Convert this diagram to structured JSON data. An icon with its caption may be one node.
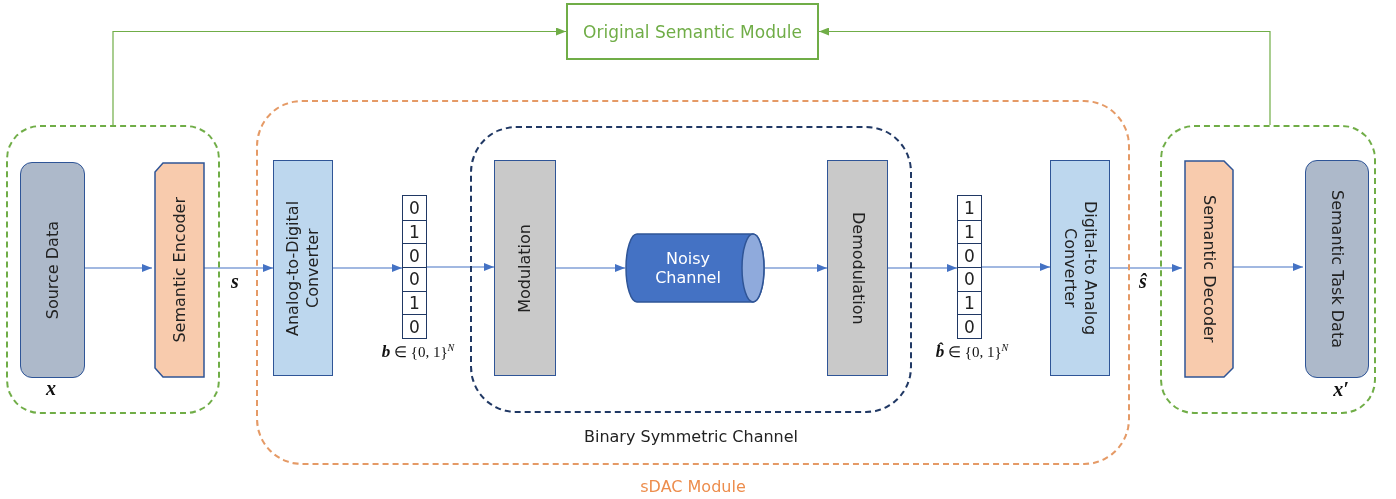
{
  "diagram": {
    "nodes": [
      {
        "text": [
          "Original Semantic Module"
        ]
      },
      {
        "text": [],
        "shape": "box"
      },
      {
        "text": [
          "Source Data"
        ],
        "in": 1,
        "beside": [
          "x"
        ]
      },
      {
        "text": [
          "Semantic Encoder"
        ],
        "in": 1
      },
      {
        "text": [
          "sDAC Module"
        ]
      },
      {
        "text": [
          "Analog-to-Digital Converter"
        ],
        "in": 4
      },
      {
        "text": [
          "0",
          "1",
          "0",
          "0",
          "1",
          "0"
        ],
        "in": 4,
        "beside": [
          "**b** ∈ {0, 1}$^{N}$"
        ]
      },
      {
        "text": [
          "Binary Symmetric Channel"
        ],
        "in": 4
      },
      {
        "text": [
          "Modulation"
        ],
        "in": 7
      },
      {
        "text": [
          "Noisy Channel"
        ],
        "in": 7
      },
      {
        "text": [
          "Demodulation"
        ],
        "in": 7
      },
      {
        "text": [
          "1",
          "1",
          "0",
          "0",
          "1",
          "0"
        ],
        "in": 4,
        "beside": [
          "**b̂** ∈ {0, 1}$^{N}$"
        ]
      },
      {
        "text": [
          "Digital-to Analog Converter"
        ],
        "in": 4
      },
      {
        "text": [],
        "shape": "box"
      },
      {
        "text": [
          "Semantic Decoder"
        ],
        "in": 13
      },
      {
        "text": [
          "Semantic Task Data"
        ],
        "in": 13,
        "beside": [
          "x′"
        ]
      }
    ],
    "edges": [
      {
        "from": 1,
        "to": 0,
        "arrow": "to",
        "color": "#70ad47"
      },
      {
        "from": 13,
        "to": 0,
        "arrow": "to",
        "color": "#70ad47"
      },
      {
        "from": 2,
        "to": 3,
        "arrow": "to"
      },
      {
        "from": 3,
        "to": 5,
        "arrow": "to",
        "label": "s"
      },
      {
        "from": 5,
        "to": 6,
        "arrow": "to"
      },
      {
        "from": 6,
        "to": 8,
        "arrow": "to"
      },
      {
        "from": 8,
        "to": 9,
        "arrow": "to"
      },
      {
        "from": 9,
        "to": 10,
        "arrow": "to"
      },
      {
        "from": 10,
        "to": 11,
        "arrow": "to"
      },
      {
        "from": 11,
        "to": 12,
        "arrow": "to"
      },
      {
        "from": 12,
        "to": 14,
        "arrow": "to",
        "label": "ŝ"
      },
      {
        "from": 14,
        "to": 15,
        "arrow": "to"
      }
    ]
  }
}
